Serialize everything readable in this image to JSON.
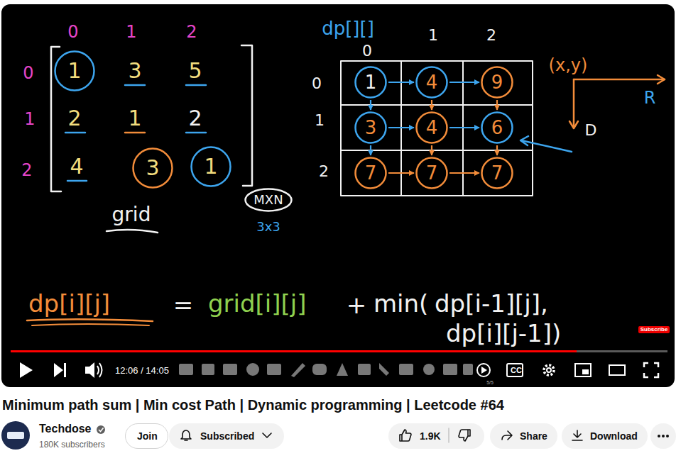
{
  "diagram": {
    "title": "Minimum path sum | Min cost Path | Dynamic programming | Leetcode #64",
    "nodes": [
      {
        "text": [
          "1"
        ]
      },
      {
        "text": [
          "3"
        ]
      },
      {
        "text": [
          "1"
        ]
      },
      {
        "text": [
          "MXN"
        ]
      },
      {
        "text": [
          "1"
        ]
      },
      {
        "text": [
          "4"
        ]
      },
      {
        "text": [
          "9"
        ]
      },
      {
        "text": [
          "3"
        ]
      },
      {
        "text": [
          "4"
        ]
      },
      {
        "text": [
          "6"
        ]
      },
      {
        "text": [
          "7"
        ]
      },
      {
        "text": [
          "7"
        ]
      },
      {
        "text": [
          "7"
        ]
      },
      {
        "text": [
          "CC"
        ]
      },
      {
        "text": [
          "Join"
        ]
      },
      {
        "text": [
          "Subscribed"
        ]
      },
      {
        "text": [
          "1.9K"
        ]
      },
      {
        "text": [
          "Share"
        ]
      },
      {
        "text": [
          "Download"
        ]
      }
    ],
    "edges": [
      {
        "from": 4,
        "to": 5,
        "arrow": "to"
      },
      {
        "from": 5,
        "to": 6,
        "arrow": "to"
      },
      {
        "from": 7,
        "to": 8,
        "arrow": "to"
      },
      {
        "from": 8,
        "to": 9,
        "arrow": "to"
      },
      {
        "from": 10,
        "to": 11,
        "arrow": "to"
      },
      {
        "from": 11,
        "to": 12,
        "arrow": "to"
      },
      {
        "from": 4,
        "to": 7,
        "arrow": "to"
      },
      {
        "from": 7,
        "to": 10,
        "arrow": "to"
      },
      {
        "from": 5,
        "to": 8,
        "arrow": "to"
      },
      {
        "from": 8,
        "to": 11,
        "arrow": "to"
      },
      {
        "from": 6,
        "to": 9,
        "arrow": "to"
      },
      {
        "from": 9,
        "to": 12,
        "arrow": "to"
      }
    ],
    "labels": [
      "0",
      "1",
      "2",
      "0",
      "1",
      "2",
      "3",
      "5",
      "2",
      "1",
      "2",
      "4",
      "grid",
      "3x3",
      "dp[][]",
      "0",
      "1",
      "2",
      "0",
      "1",
      "2",
      "(x,y)",
      "R",
      "D",
      "dp[i][j]",
      "=",
      "grid[i][j]",
      "+",
      "min(",
      "dp[i-1][j],",
      "dp[i][j-1])",
      "Subscribe",
      "12:06 / 14:05",
      "5/5",
      "Techdose",
      "180K subscribers"
    ]
  }
}
